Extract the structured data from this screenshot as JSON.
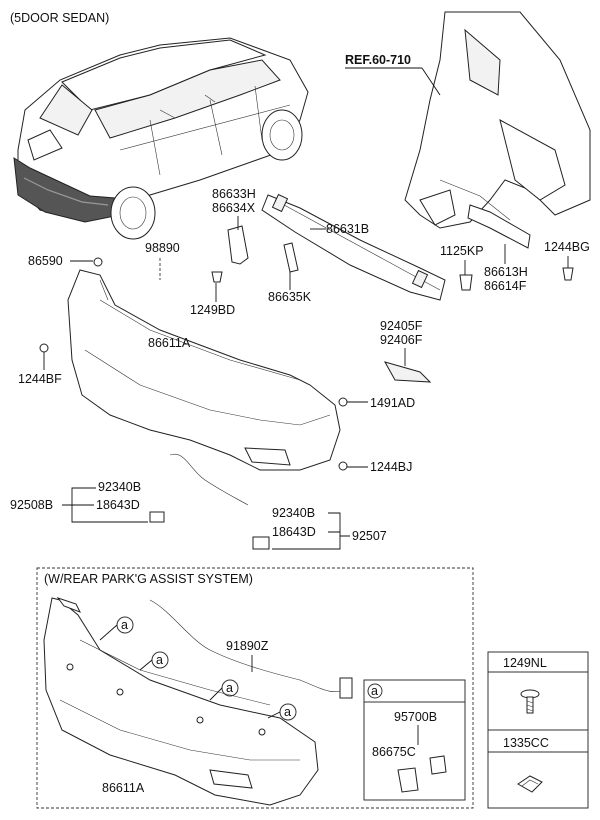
{
  "header": {
    "variant": "(5DOOR SEDAN)"
  },
  "reference": {
    "label": "REF.60-710"
  },
  "parts": {
    "p86633H": "86633H",
    "p86634X": "86634X",
    "p86631B": "86631B",
    "p86635K": "86635K",
    "p1249BD": "1249BD",
    "p86590": "86590",
    "p98890": "98890",
    "p1244BF": "1244BF",
    "p86611A": "86611A",
    "p1125KP": "1125KP",
    "p1244BG": "1244BG",
    "p86613H": "86613H",
    "p86614F": "86614F",
    "p92405F": "92405F",
    "p92406F": "92406F",
    "p1491AD": "1491AD",
    "p1244BJ": "1244BJ",
    "p92340B_left": "92340B",
    "p18643D_left": "18643D",
    "p92508B": "92508B",
    "p92340B_right": "92340B",
    "p18643D_right": "18643D",
    "p92507": "92507"
  },
  "park_assist": {
    "title": "(W/REAR PARK'G ASSIST SYSTEM)",
    "p91890Z": "91890Z",
    "p86611A": "86611A",
    "callout": "a",
    "detail": {
      "callout": "a",
      "p95700B": "95700B",
      "p86675C": "86675C"
    }
  },
  "fasteners": [
    {
      "code": "1249NL"
    },
    {
      "code": "1335CC"
    }
  ]
}
